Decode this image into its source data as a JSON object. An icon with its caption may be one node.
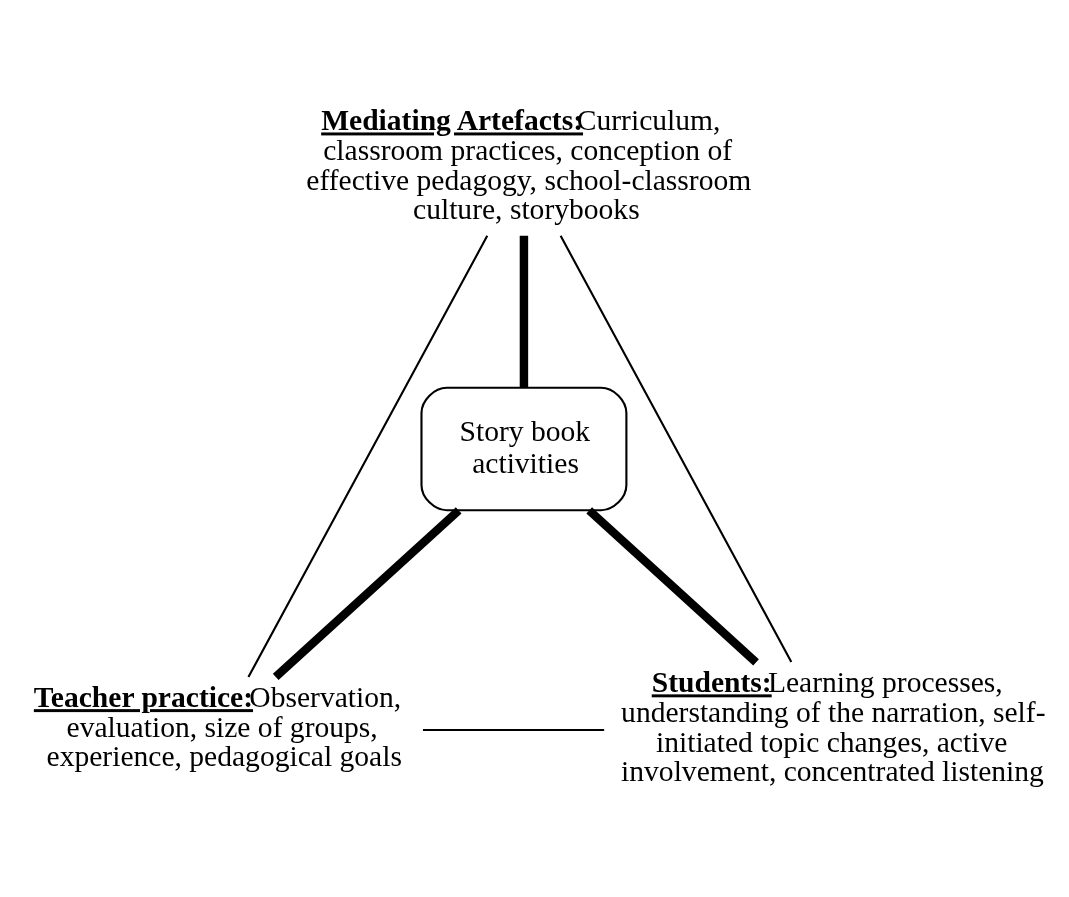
{
  "diagram": {
    "nodes": [
      {
        "text": [
          "Mediating Artefacts:",
          "Curriculum, classroom practices, conception of effective pedagogy, school-classroom culture, storybooks"
        ]
      },
      {
        "text": [
          "Story book activities"
        ]
      },
      {
        "text": [
          "Teacher practice:",
          "Observation, evaluation, size of groups, experience, pedagogical goals"
        ]
      },
      {
        "text": [
          "Students:",
          "Learning processes, understanding of the narration, self-initiated topic changes, active involvement, concentrated listening"
        ]
      }
    ],
    "edges": [
      {
        "from": 0,
        "to": 2,
        "arrow": "none"
      },
      {
        "from": 0,
        "to": 3,
        "arrow": "none"
      },
      {
        "from": 2,
        "to": 3,
        "arrow": "none"
      },
      {
        "from": 0,
        "to": 1,
        "arrow": "none",
        "style": "thick"
      },
      {
        "from": 1,
        "to": 2,
        "arrow": "none",
        "style": "thick"
      },
      {
        "from": 1,
        "to": 3,
        "arrow": "none",
        "style": "thick"
      }
    ]
  }
}
